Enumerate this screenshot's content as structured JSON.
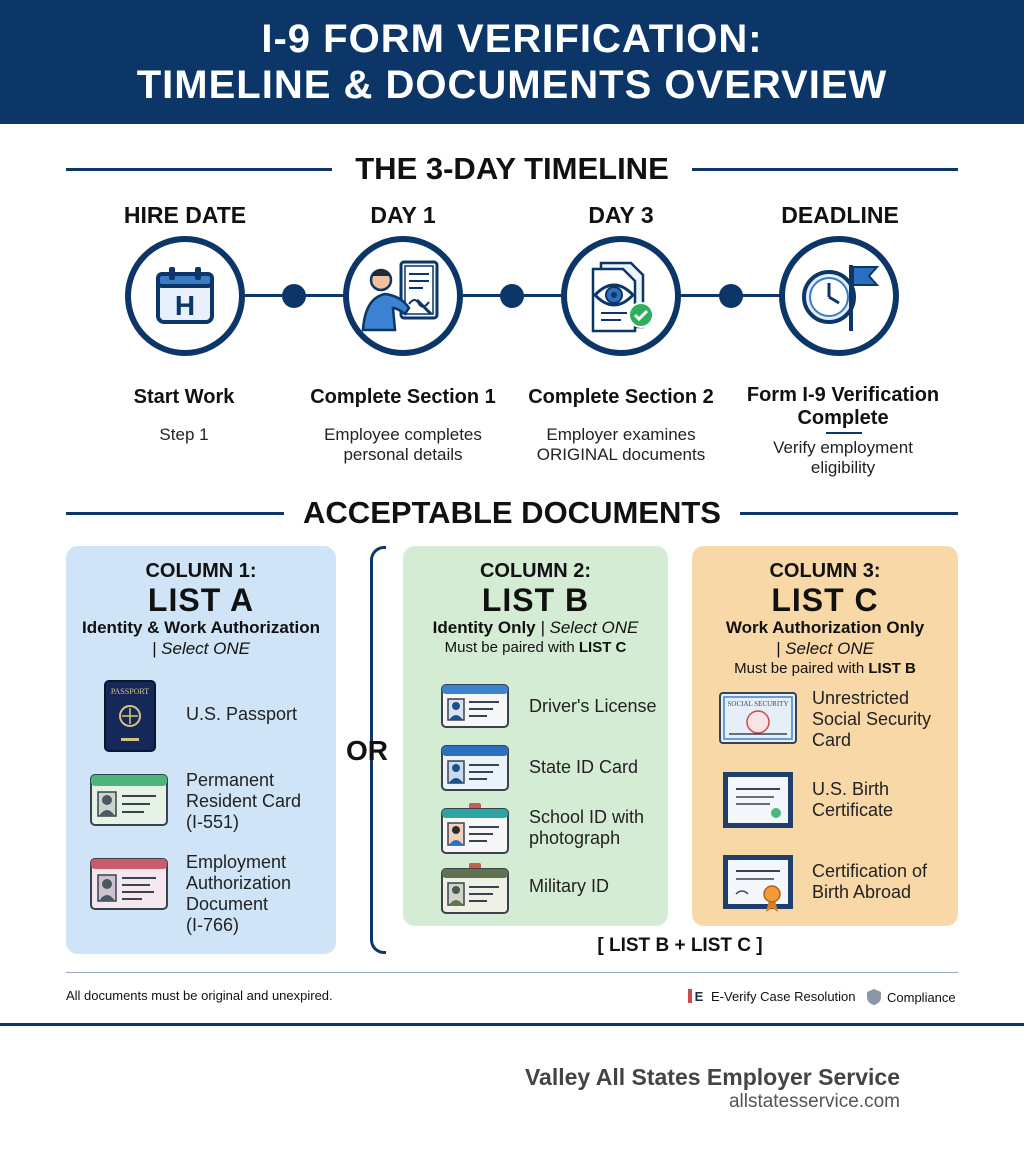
{
  "header": {
    "line1": "I-9 FORM VERIFICATION:",
    "line2": "TIMELINE & DOCUMENTS OVERVIEW"
  },
  "timeline": {
    "title": "THE 3-DAY TIMELINE",
    "stages": [
      {
        "label": "HIRE DATE",
        "title": "Start Work",
        "desc1": "Step 1",
        "desc2": "",
        "icon": "calendar-icon",
        "icon_text": "H"
      },
      {
        "label": "DAY 1",
        "title": "Complete Section 1",
        "desc1": "Employee completes",
        "desc2": "personal details",
        "icon": "signing-person-icon"
      },
      {
        "label": "DAY 3",
        "title": "Complete Section 2",
        "desc1": "Employer examines",
        "desc2": "ORIGINAL documents",
        "icon": "document-review-icon"
      },
      {
        "label": "DEADLINE",
        "title1": "Form I-9 Verification",
        "title2": "Complete",
        "desc1": "Verify employment",
        "desc2": "eligibility",
        "icon": "clock-flag-icon"
      }
    ]
  },
  "documents": {
    "title": "ACCEPTABLE DOCUMENTS",
    "or_label": "OR",
    "combo_label": "[ LIST B + LIST C ]",
    "list_a": {
      "column": "COLUMN 1:",
      "name": "LIST A",
      "sub1": "Identity & Work Authorization",
      "sub2": "| Select ONE",
      "items": [
        {
          "l1": "U.S. Passport",
          "icon": "passport-icon",
          "passport_text": "PASSPORT"
        },
        {
          "l1": "Permanent",
          "l2": "Resident Card",
          "l3": "(I-551)",
          "icon": "resident-card-icon"
        },
        {
          "l1": "Employment",
          "l2": "Authorization",
          "l3": "Document",
          "l4": "(I-766)",
          "icon": "ead-card-icon"
        }
      ]
    },
    "list_b": {
      "column": "COLUMN 2:",
      "name": "LIST B",
      "sub_bold": "Identity Only",
      "sub_italic": "| Select ONE",
      "pair_prefix": "Must be paired with",
      "pair_list": "LIST C",
      "items": [
        {
          "l1": "Driver's License",
          "icon": "drivers-license-icon"
        },
        {
          "l1": "State ID Card",
          "icon": "state-id-icon"
        },
        {
          "l1": "School ID with",
          "l2": "photograph",
          "icon": "school-id-icon"
        },
        {
          "l1": "Military ID",
          "icon": "military-id-icon"
        }
      ]
    },
    "list_c": {
      "column": "COLUMN 3:",
      "name": "LIST C",
      "sub_bold": "Work Authorization Only",
      "sub_italic": "| Select ONE",
      "pair_prefix": "Must be paired with",
      "pair_list": "LIST B",
      "items": [
        {
          "l1": "Unrestricted",
          "l2": "Social Security",
          "l3": "Card",
          "icon": "social-security-card-icon",
          "card_text": "SOCIAL SECURITY"
        },
        {
          "l1": "U.S. Birth",
          "l2": "Certificate",
          "icon": "birth-certificate-icon"
        },
        {
          "l1": "Certification of",
          "l2": "Birth Abroad",
          "icon": "certificate-seal-icon"
        }
      ]
    }
  },
  "footer": {
    "note": "All documents must be original and unexpired.",
    "everify": "E-Verify Case Resolution",
    "everify_icon_text": "E",
    "compliance": "Compliance",
    "company": "Valley All States Employer Service",
    "url": "allstatesservice.com"
  },
  "colors": {
    "navy": "#0b3667",
    "list_a_bg": "#cfe4f6",
    "list_b_bg": "#d4ecd4",
    "list_c_bg": "#f9d8a8"
  }
}
